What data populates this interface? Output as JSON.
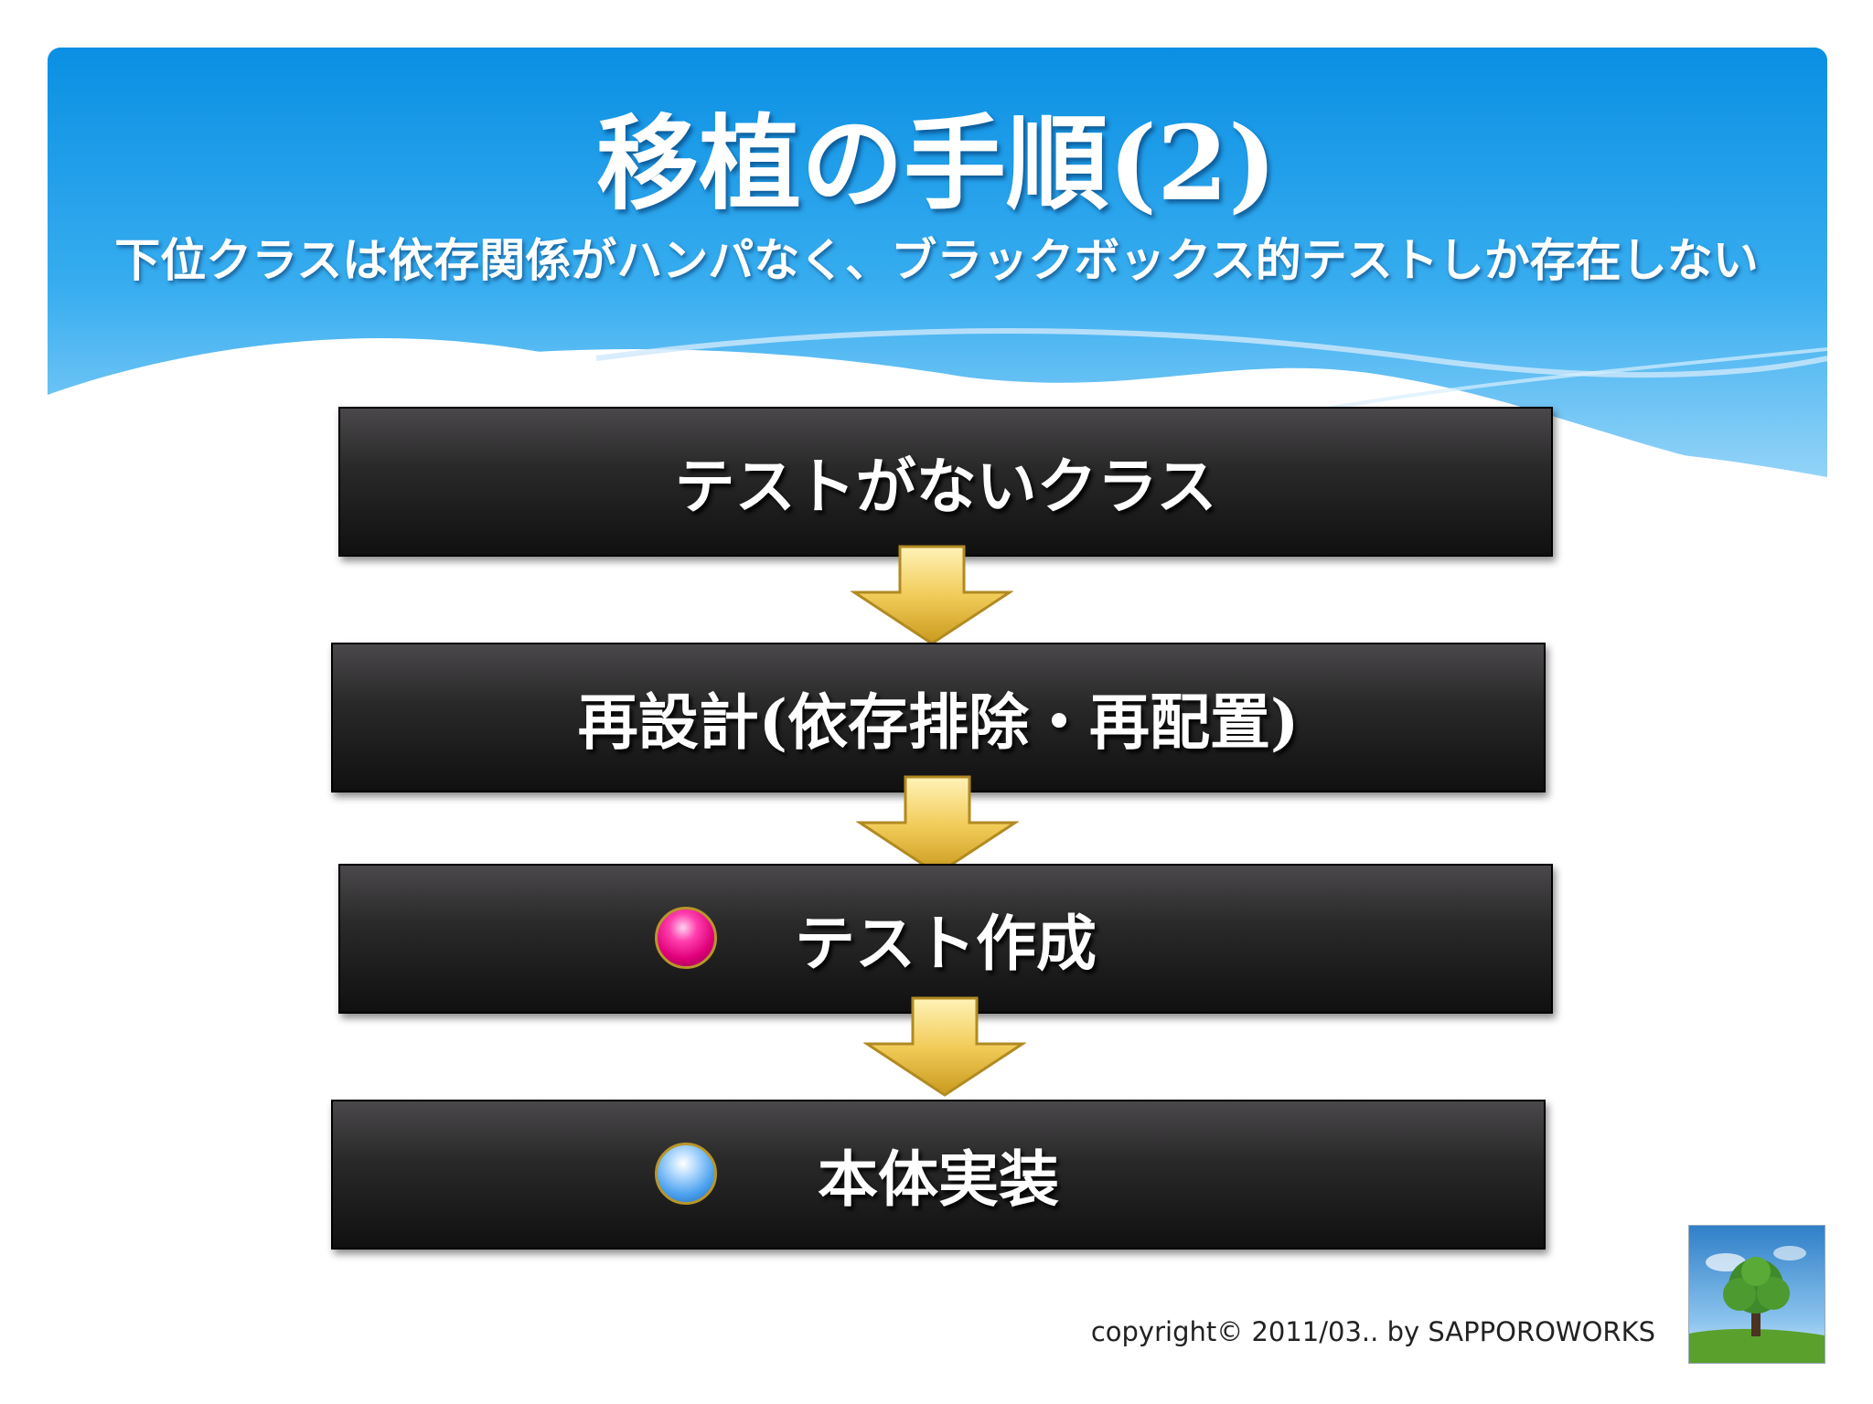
{
  "slide": {
    "title": "移植の手順(2)",
    "subtitle": "下位クラスは依存関係がハンパなく、ブラックボックス的テストしか存在しない"
  },
  "steps": [
    {
      "label": "テストがないクラス",
      "marker": ""
    },
    {
      "label": "再設計(依存排除・再配置)",
      "marker": ""
    },
    {
      "label": "テスト作成",
      "marker": "pink-ball-icon"
    },
    {
      "label": "本体実装",
      "marker": "blue-ball-icon"
    }
  ],
  "footer": {
    "copyright": "copyright© 2011/03.. by SAPPOROWORKS"
  },
  "colors": {
    "header_top": "#0a8fe3",
    "header_bottom": "#8fd0f7",
    "step_box": "#1c1b1c",
    "arrow": "#f2cc5a",
    "marker_pink": "#ff1f9f",
    "marker_blue": "#5aaaf0"
  }
}
